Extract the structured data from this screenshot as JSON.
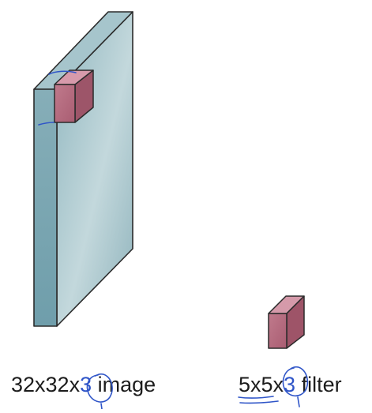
{
  "image_caption": {
    "lead": "32x32x",
    "depth": "3",
    "tail": " image"
  },
  "filter_caption": {
    "lead": "5x5x",
    "depth": "3",
    "tail": " filter"
  },
  "colors": {
    "volume_front": "#7fa8b3",
    "volume_side": "#a9c9cf",
    "volume_top": "#9fc1c9",
    "filter_front": "#b66a7e",
    "filter_top": "#d59aaa",
    "filter_side": "#9e5468",
    "outline": "#2b2b2b",
    "pen_ink": "#2f55c8"
  },
  "icons": [
    "input-volume-3d",
    "filter-cube-3d",
    "pen-annotation"
  ]
}
